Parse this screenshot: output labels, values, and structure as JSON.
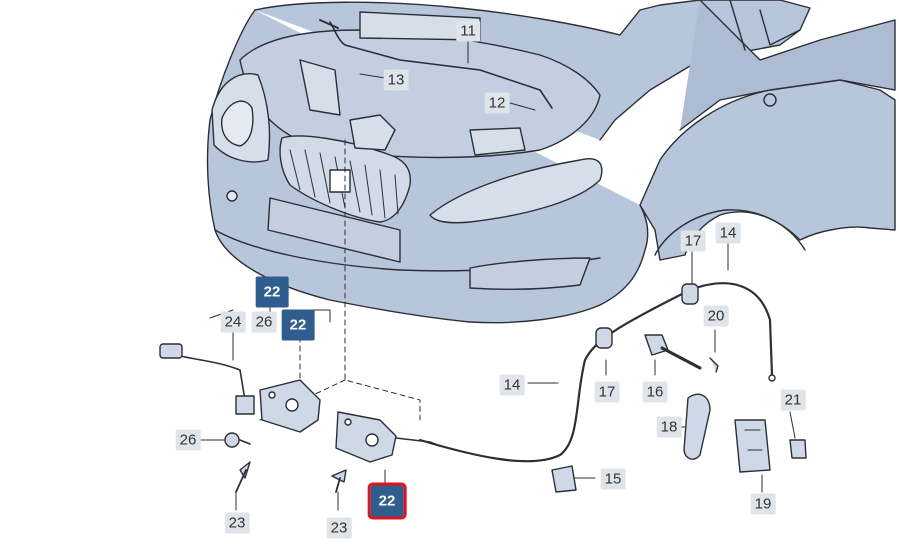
{
  "diagram": {
    "callouts": [
      {
        "id": "c11",
        "label": "11",
        "highlight": false
      },
      {
        "id": "c13",
        "label": "13",
        "highlight": false
      },
      {
        "id": "c12",
        "label": "12",
        "highlight": false
      },
      {
        "id": "c17a",
        "label": "17",
        "highlight": false
      },
      {
        "id": "c14a",
        "label": "14",
        "highlight": false
      },
      {
        "id": "c22a",
        "label": "22",
        "highlight": true
      },
      {
        "id": "c24",
        "label": "24",
        "highlight": false
      },
      {
        "id": "c26a",
        "label": "26",
        "highlight": false
      },
      {
        "id": "c22b",
        "label": "22",
        "highlight": true
      },
      {
        "id": "c20",
        "label": "20",
        "highlight": false
      },
      {
        "id": "c14b",
        "label": "14",
        "highlight": false
      },
      {
        "id": "c17b",
        "label": "17",
        "highlight": false
      },
      {
        "id": "c16",
        "label": "16",
        "highlight": false
      },
      {
        "id": "c21",
        "label": "21",
        "highlight": false
      },
      {
        "id": "c18",
        "label": "18",
        "highlight": false
      },
      {
        "id": "c26b",
        "label": "26",
        "highlight": false
      },
      {
        "id": "c15",
        "label": "15",
        "highlight": false
      },
      {
        "id": "c19",
        "label": "19",
        "highlight": false
      },
      {
        "id": "c22c",
        "label": "22",
        "highlight": true,
        "selected": true
      },
      {
        "id": "c23a",
        "label": "23",
        "highlight": false
      },
      {
        "id": "c23b",
        "label": "23",
        "highlight": false
      }
    ],
    "colors": {
      "body_fill": "#b8c6dc",
      "body_stroke": "#2b2f36",
      "part_fill": "#cfd8e6",
      "highlight_bg": "#2f5d8e",
      "selection_border": "#e0141e",
      "callout_bg": "#dfe3ea"
    }
  }
}
